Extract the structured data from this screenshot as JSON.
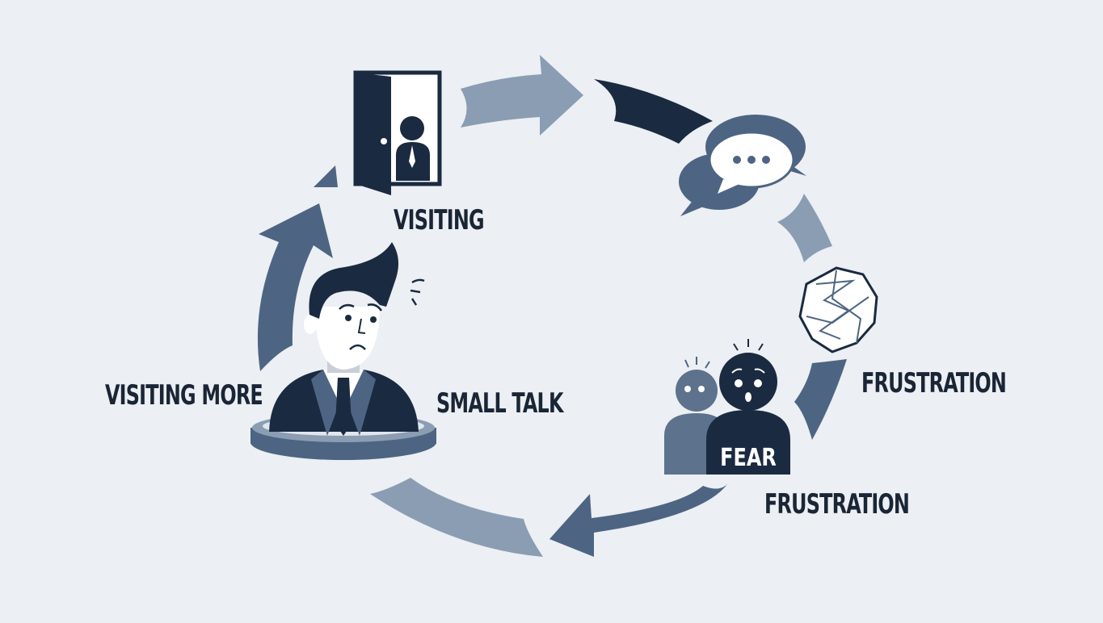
{
  "diagram": {
    "type": "cycle",
    "colors": {
      "background": "#eceff3",
      "dark": "#1a2a40",
      "medium": "#4d6582",
      "light": "#8a9db3",
      "text": "#1a2535",
      "white": "#ffffff"
    },
    "labels": {
      "visiting": "VISITING",
      "visiting_more": "VISITING MORE",
      "small_talk": "SMALL TALK",
      "frustration_right": "FRUSTRATION",
      "frustration_bottom": "FRUSTRATION",
      "fear": "FEAR"
    },
    "icons": [
      "open-door-person-icon",
      "speech-bubbles-icon",
      "crumpled-paper-icon",
      "frightened-people-icon",
      "worried-businessman-icon"
    ]
  }
}
